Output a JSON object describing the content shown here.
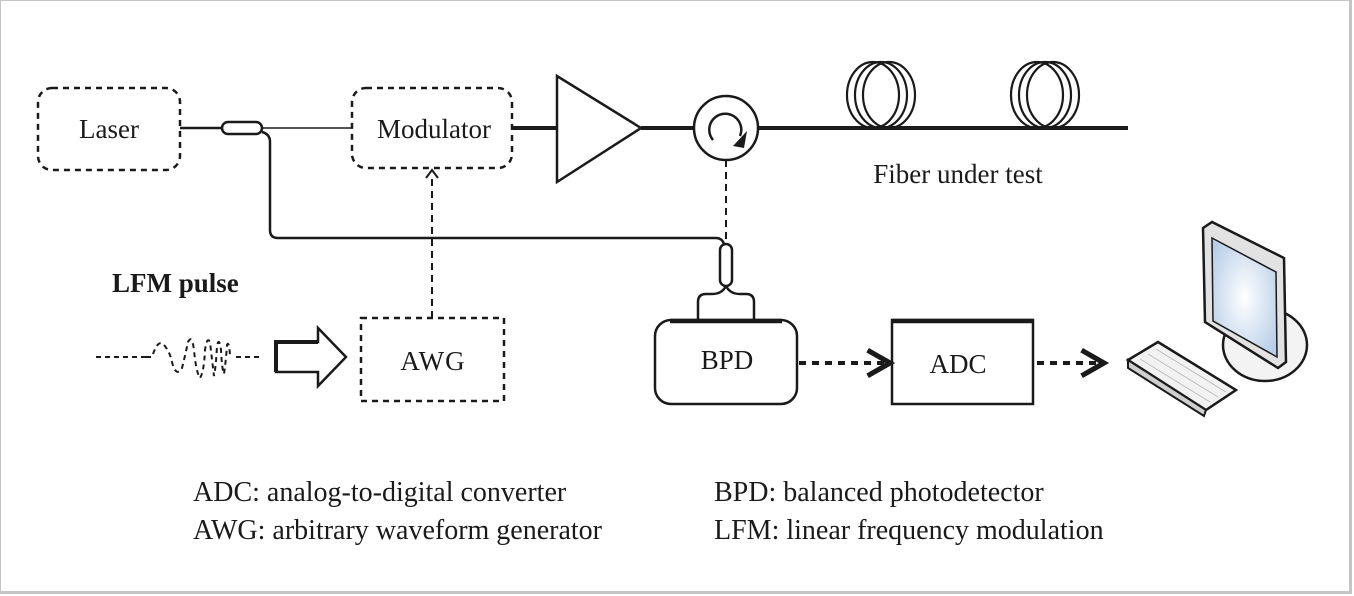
{
  "diagram": {
    "type": "system-setup",
    "components": {
      "laser": "Laser",
      "modulator": "Modulator",
      "awg": "AWG",
      "bpd": "BPD",
      "adc": "ADC",
      "fiber": "Fiber under test",
      "lfm_pulse": "LFM pulse"
    },
    "icons": {
      "coupler": "fiber-coupler-icon",
      "amplifier": "amplifier-triangle-icon",
      "circulator": "circulator-icon",
      "fiber_spool": "fiber-spool-icon",
      "computer": "computer-icon",
      "arrow": "hollow-arrow-icon"
    },
    "colors": {
      "line": "#1a1a1a",
      "screen": "#cfe0f5",
      "frame": "#c4c4c4"
    }
  },
  "legend": {
    "left": [
      "ADC: analog-to-digital converter",
      "AWG: arbitrary waveform generator"
    ],
    "right": [
      "BPD: balanced photodetector",
      "LFM: linear frequency modulation"
    ]
  }
}
